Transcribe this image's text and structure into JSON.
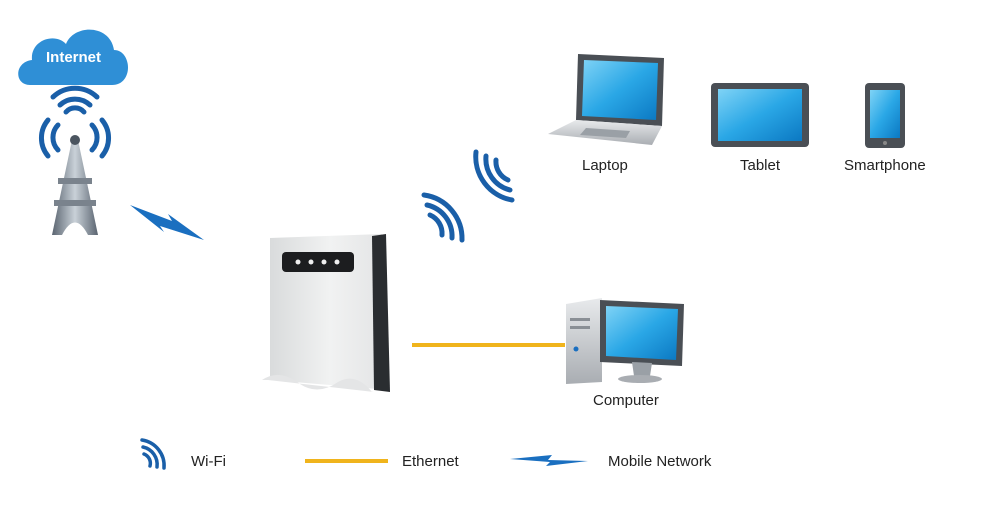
{
  "cloud": {
    "label": "Internet"
  },
  "devices": {
    "laptop": "Laptop",
    "tablet": "Tablet",
    "smartphone": "Smartphone",
    "computer": "Computer"
  },
  "legend": {
    "wifi": "Wi-Fi",
    "ethernet": "Ethernet",
    "mobile": "Mobile Network"
  },
  "colors": {
    "cloud": "#2f8fd6",
    "wifi": "#1a5fa8",
    "ethernet": "#f0b41c",
    "mobile": "#1a6fc0",
    "screen": "#2aa7e6"
  },
  "icons": {
    "cloud": "cloud-icon",
    "tower": "cell-tower-icon",
    "router": "router-icon",
    "laptop": "laptop-icon",
    "tablet": "tablet-icon",
    "smartphone": "smartphone-icon",
    "computer": "desktop-computer-icon"
  }
}
